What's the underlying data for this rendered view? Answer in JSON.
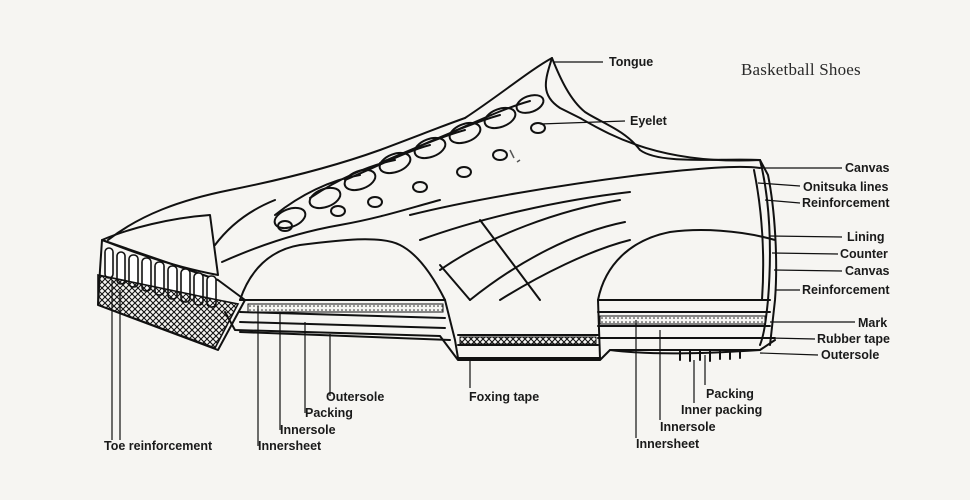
{
  "title": "Basketball Shoes",
  "labels": {
    "tongue": "Tongue",
    "eyelet": "Eyelet",
    "canvas_outer": "Canvas",
    "onitsuka_lines": "Onitsuka lines",
    "reinforcement_upper": "Reinforcement",
    "lining": "Lining",
    "counter": "Counter",
    "canvas_inner": "Canvas",
    "reinforcement_heel": "Reinforcement",
    "mark": "Mark",
    "rubber_tape": "Rubber tape",
    "outersole_heel": "Outersole",
    "packing_rear": "Packing",
    "inner_packing": "Inner packing",
    "innersole_rear": "Innersole",
    "innersheet_rear": "Innersheet",
    "foxing_tape": "Foxing tape",
    "outersole_front": "Outersole",
    "packing_front": "Packing",
    "innersole_front": "Innersole",
    "innersheet_front": "Innersheet",
    "toe_reinforcement": "Toe reinforcement"
  }
}
